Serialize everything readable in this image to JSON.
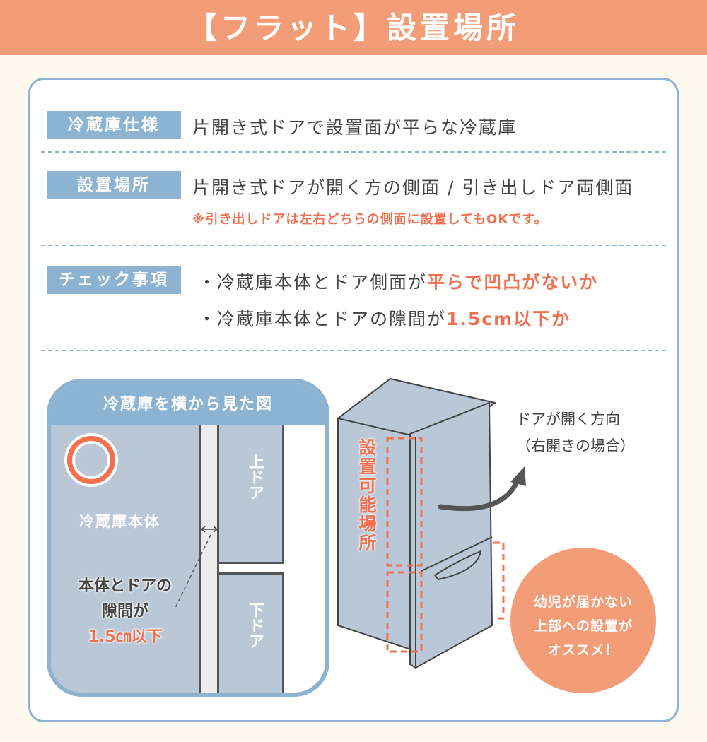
{
  "header": {
    "title": "【フラット】設置場所"
  },
  "rows": [
    {
      "label": "冷蔵庫仕様",
      "text": "片開き式ドアで設置面が平らな冷蔵庫"
    },
    {
      "label": "設置場所",
      "text": "片開き式ドアが開く方の側面 / 引き出しドア両側面",
      "note": "※引き出しドアは左右どちらの側面に設置してもOKです。"
    },
    {
      "label": "チェック事項",
      "items": [
        {
          "prefix": "・冷蔵庫本体とドア側面が",
          "highlight": "平らで凹凸がないか"
        },
        {
          "prefix": "・冷蔵庫本体とドアの隙間が",
          "highlight": "1.5cm以下か"
        }
      ]
    }
  ],
  "side_view": {
    "title": "冷蔵庫を横から見た図",
    "body_label": "冷蔵庫本体",
    "upper_door": "上ドア",
    "lower_door": "下ドア",
    "gap_line1": "本体とドアの",
    "gap_line2": "隙間が",
    "gap_value": "1.5㎝以下",
    "ok_mark": "○"
  },
  "fridge": {
    "install_label": "設置可能場所",
    "direction_line1": "ドアが開く方向",
    "direction_line2": "（右開きの場合）",
    "bubble_line1": "幼児が届かない",
    "bubble_line2": "上部への設置が",
    "bubble_line3": "オススメ！"
  },
  "colors": {
    "header": "#f29c78",
    "accent": "#f07050",
    "blue": "#8db3d2",
    "fridge": "#b9c7d6"
  }
}
